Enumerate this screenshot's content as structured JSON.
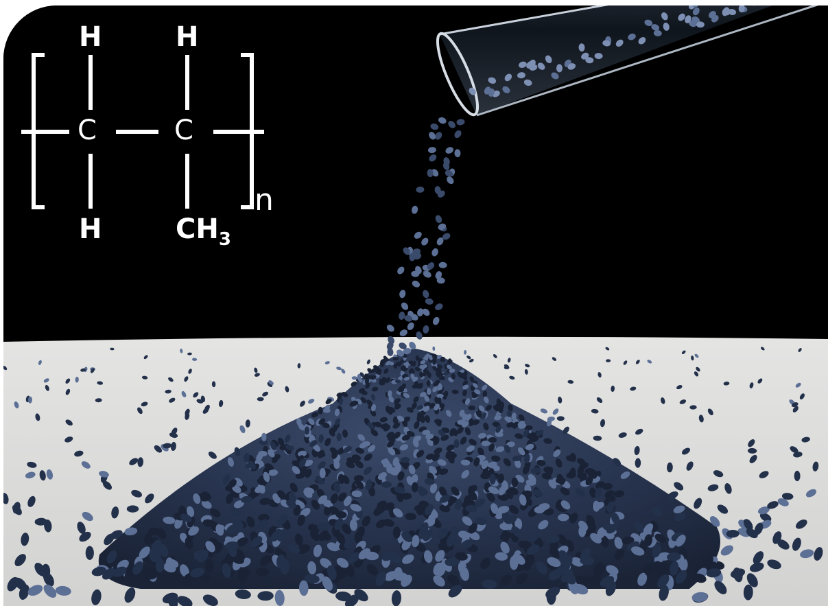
{
  "scene": {
    "description_colors": {
      "background": "#000000",
      "table_surface": "#dcdcdb",
      "pellet_color": "#23304a",
      "pellet_highlight": "#5c6f95",
      "glass_tube": "#9aa7b5"
    }
  },
  "formula": {
    "top_left_h": "H",
    "top_right_h": "H",
    "carbon_left": "C",
    "carbon_right": "C",
    "bottom_left_h": "H",
    "bottom_right_group": "CH",
    "bottom_right_subscript": "3",
    "repeat_index": "n"
  }
}
